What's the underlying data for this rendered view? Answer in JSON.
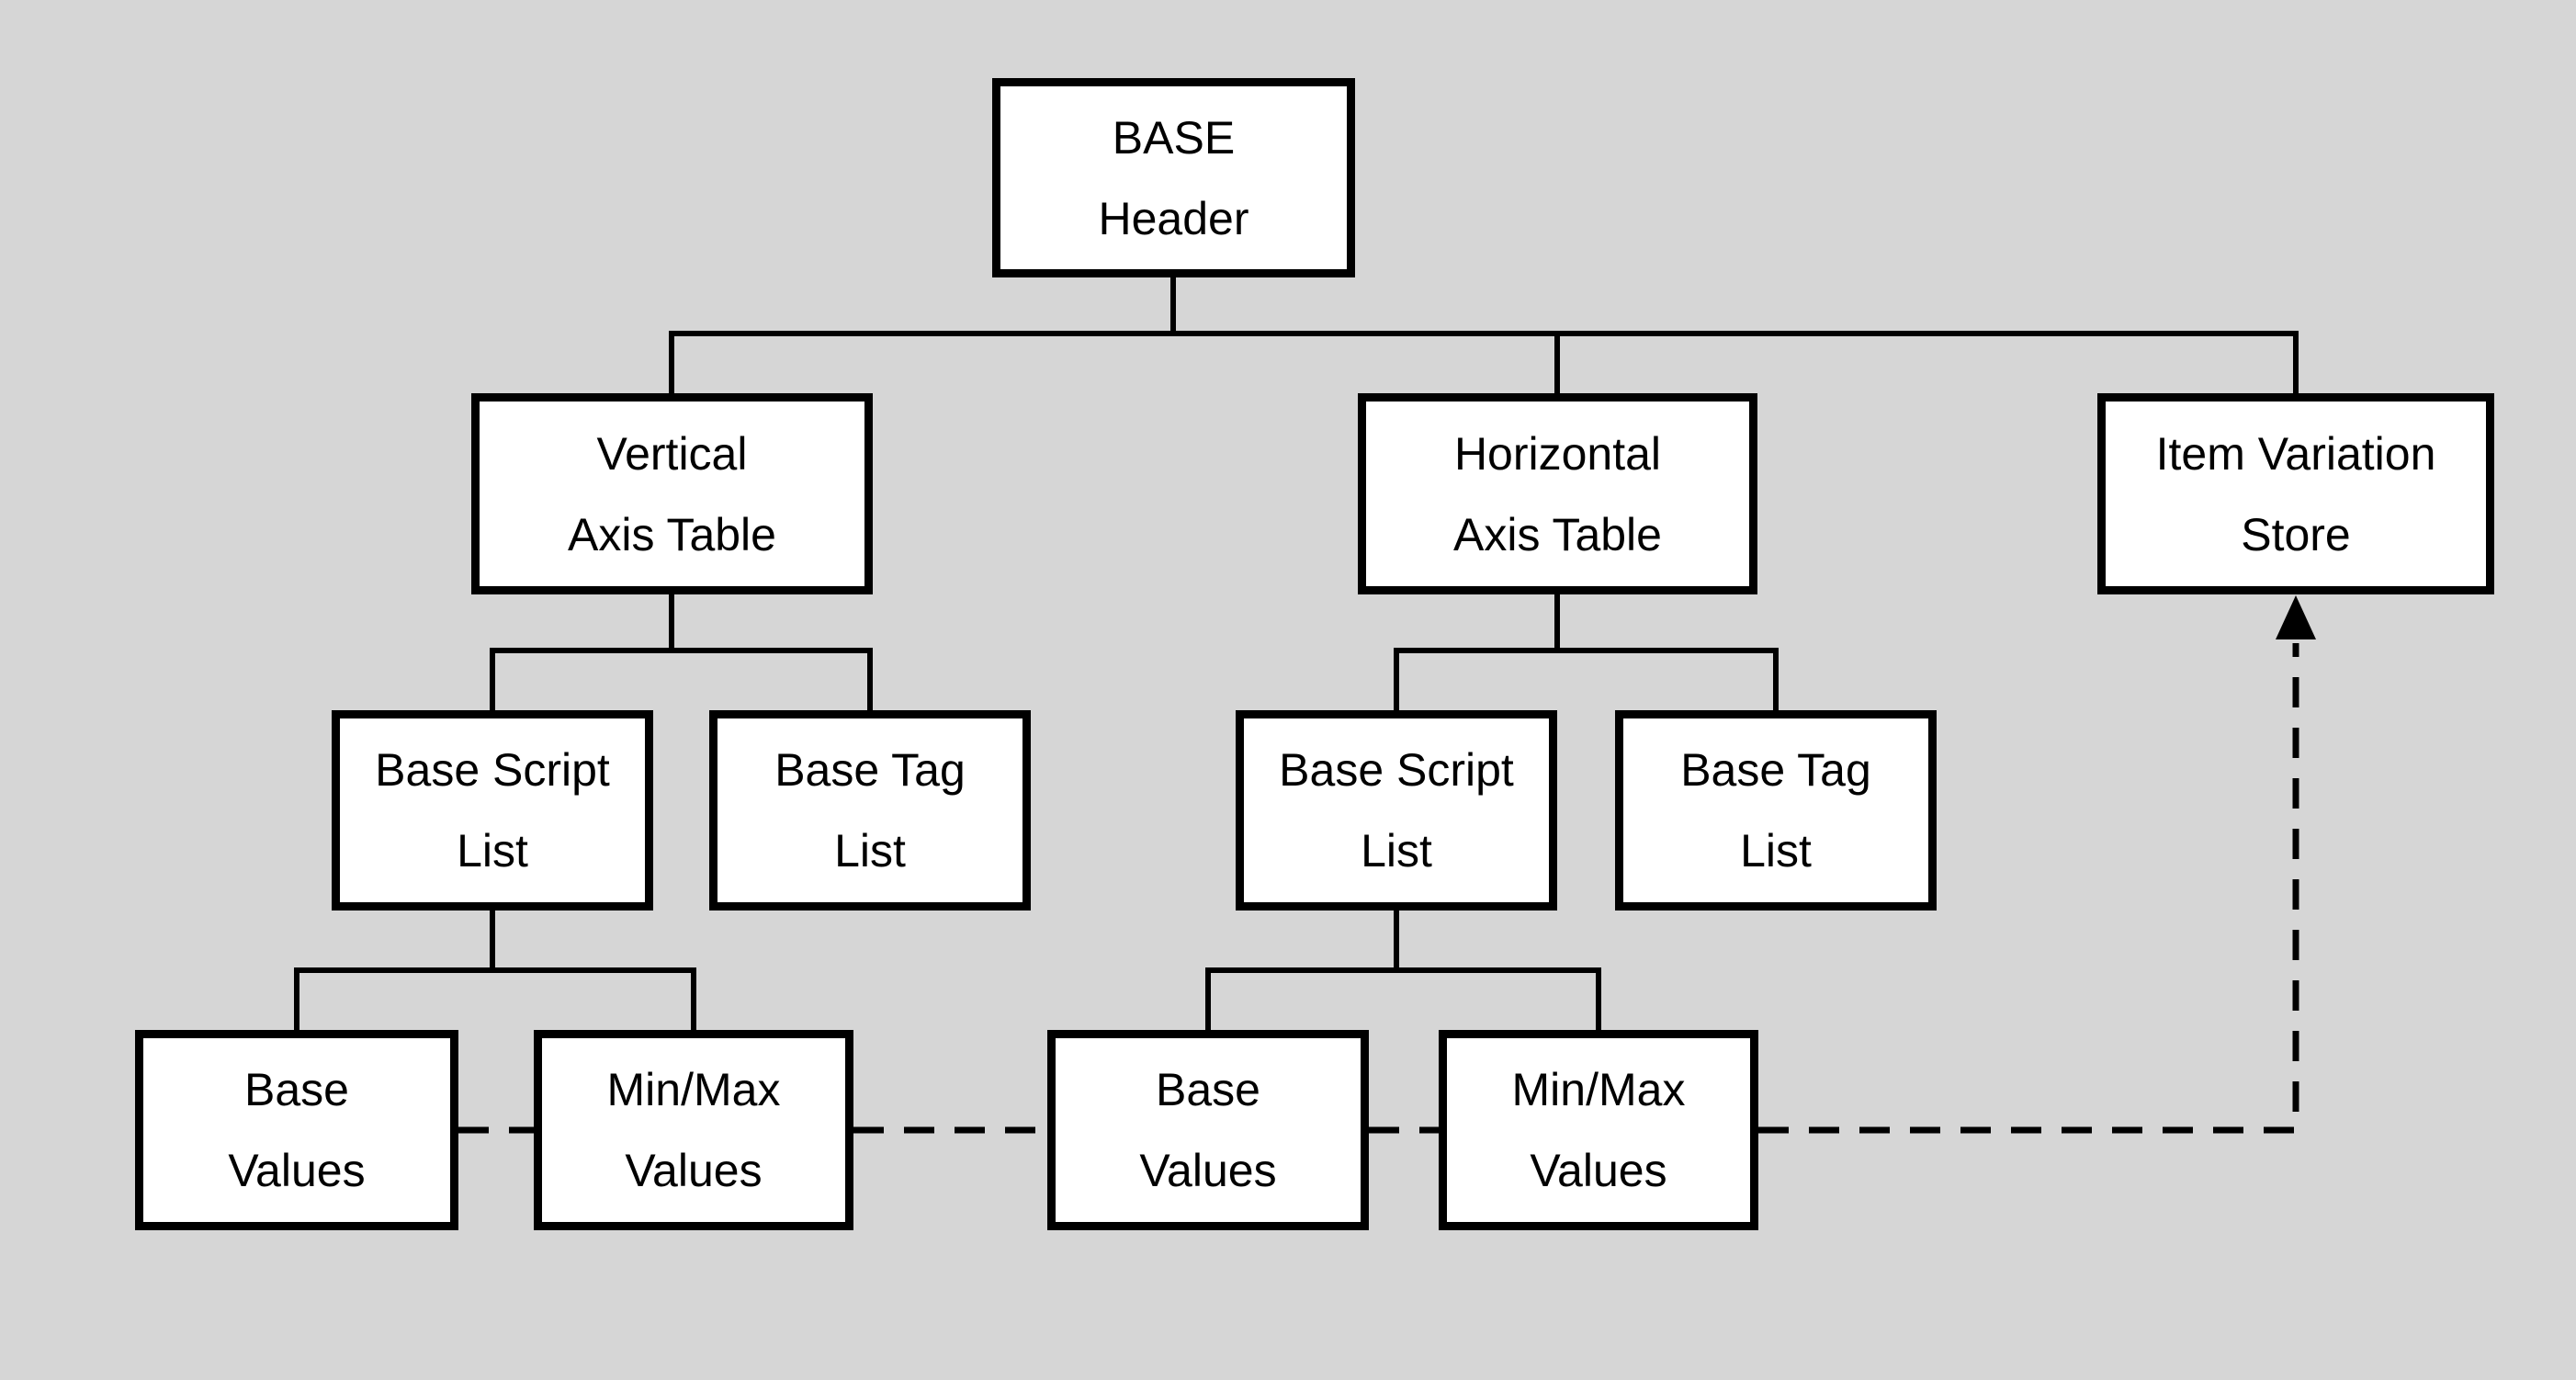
{
  "colors": {
    "background": "#d6d6d6",
    "node_fill": "#ffffff",
    "node_border": "#000000",
    "line_color": "#000000",
    "text_color": "#000000"
  },
  "diagram": {
    "type": "hierarchy-tree",
    "nodes": [
      {
        "id": "base-header",
        "label": "BASE\nHeader"
      },
      {
        "id": "vertical-axis-table",
        "label": "Vertical\nAxis Table"
      },
      {
        "id": "horizontal-axis-table",
        "label": "Horizontal\nAxis Table"
      },
      {
        "id": "item-variation-store",
        "label": "Item Variation\nStore"
      },
      {
        "id": "base-script-list-left",
        "label": "Base Script\nList"
      },
      {
        "id": "base-tag-list-left",
        "label": "Base Tag\nList"
      },
      {
        "id": "base-script-list-right",
        "label": "Base Script\nList"
      },
      {
        "id": "base-tag-list-right",
        "label": "Base Tag\nList"
      },
      {
        "id": "base-values-left",
        "label": "Base\nValues"
      },
      {
        "id": "minmax-values-left",
        "label": "Min/Max\nValues"
      },
      {
        "id": "base-values-right",
        "label": "Base\nValues"
      },
      {
        "id": "minmax-values-right",
        "label": "Min/Max\nValues"
      }
    ],
    "edges": [
      {
        "from": "base-header",
        "to": "vertical-axis-table",
        "style": "solid"
      },
      {
        "from": "base-header",
        "to": "horizontal-axis-table",
        "style": "solid"
      },
      {
        "from": "base-header",
        "to": "item-variation-store",
        "style": "solid"
      },
      {
        "from": "vertical-axis-table",
        "to": "base-script-list-left",
        "style": "solid"
      },
      {
        "from": "vertical-axis-table",
        "to": "base-tag-list-left",
        "style": "solid"
      },
      {
        "from": "horizontal-axis-table",
        "to": "base-script-list-right",
        "style": "solid"
      },
      {
        "from": "horizontal-axis-table",
        "to": "base-tag-list-right",
        "style": "solid"
      },
      {
        "from": "base-script-list-left",
        "to": "base-values-left",
        "style": "solid"
      },
      {
        "from": "base-script-list-left",
        "to": "minmax-values-left",
        "style": "solid"
      },
      {
        "from": "base-script-list-right",
        "to": "base-values-right",
        "style": "solid"
      },
      {
        "from": "base-script-list-right",
        "to": "minmax-values-right",
        "style": "solid"
      },
      {
        "from": "base-values-left",
        "to": "minmax-values-left",
        "style": "dashed"
      },
      {
        "from": "minmax-values-left",
        "to": "base-values-right",
        "style": "dashed"
      },
      {
        "from": "base-values-right",
        "to": "minmax-values-right",
        "style": "dashed"
      },
      {
        "from": "minmax-values-right",
        "to": "item-variation-store",
        "style": "dashed-arrow"
      }
    ]
  }
}
